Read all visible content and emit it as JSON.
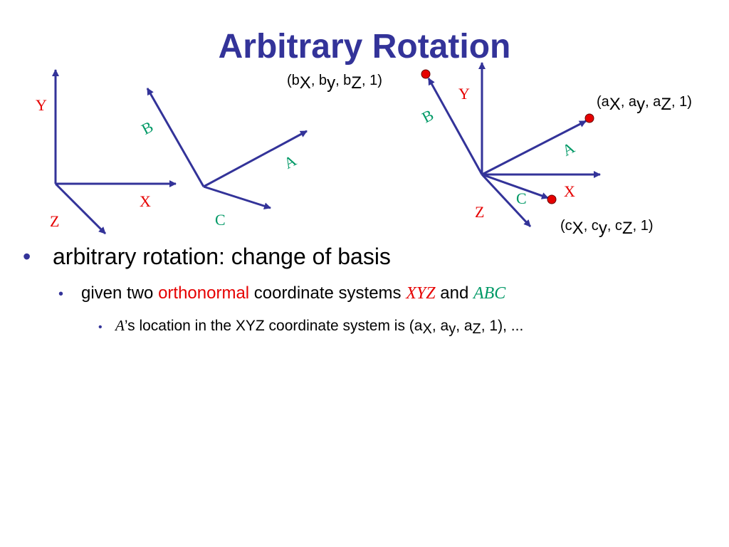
{
  "slide": {
    "title": "Arbitrary Rotation",
    "colors": {
      "title": "#333399",
      "axis_line": "#333399",
      "xyz_label": "#e60000",
      "abc_label": "#009966",
      "point": "#e60000"
    }
  },
  "diagram_left": {
    "labels": {
      "y": "Y",
      "x": "X",
      "z": "Z",
      "b": "B",
      "a": "A",
      "c": "C"
    }
  },
  "diagram_right": {
    "labels": {
      "y": "Y",
      "x": "X",
      "z": "Z",
      "b": "B",
      "a": "A",
      "c": "C"
    },
    "point_b": {
      "open": "(b",
      "sx": "X",
      "sep1": ", b",
      "sy": "y",
      "sep2": ", b",
      "sz": "Z",
      "close": ", 1)"
    },
    "point_a": {
      "open": "(a",
      "sx": "X",
      "sep1": ", a",
      "sy": "y",
      "sep2": ", a",
      "sz": "Z",
      "close": ", 1)"
    },
    "point_c": {
      "open": "(c",
      "sx": "X",
      "sep1": ", c",
      "sy": "y",
      "sep2": ", c",
      "sz": "Z",
      "close": ", 1)"
    }
  },
  "bullets": {
    "level1": {
      "marker": "•",
      "text": "arbitrary rotation: change of basis"
    },
    "level2": {
      "marker": "•",
      "pre": "given two ",
      "highlight": "orthonormal",
      "mid": " coordinate systems ",
      "sys1": "XYZ",
      "and": " and ",
      "sys2": "ABC"
    },
    "level3": {
      "marker": "•",
      "var": "A",
      "apos": "’",
      "pre": "s location in the XYZ coordinate system is (a",
      "sx": "X",
      "sep1": ", a",
      "sy": "y",
      "sep2": ", a",
      "sz": "Z",
      "close": ", 1), ..."
    }
  }
}
